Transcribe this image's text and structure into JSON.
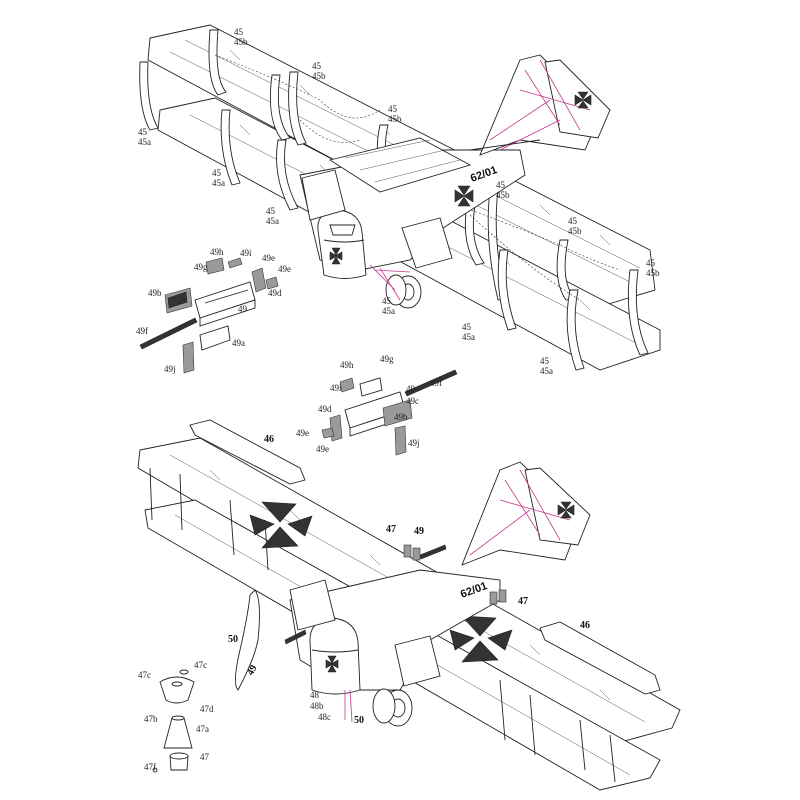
{
  "labels_top": {
    "l1a": "45",
    "l1b": "45b",
    "l2a": "45",
    "l2b": "45b",
    "l3a": "45",
    "l3b": "45b",
    "l4a": "45",
    "l4b": "45a",
    "l5a": "45",
    "l5b": "45a",
    "l6a": "45",
    "l6b": "45a",
    "l7a": "45",
    "l7b": "45b",
    "l8a": "45",
    "l8b": "45b",
    "l9a": "45",
    "l9b": "45b",
    "l10a": "45",
    "l10b": "45a",
    "l11a": "45",
    "l11b": "45a",
    "l12a": "45",
    "l12b": "45a"
  },
  "registration": "62/01",
  "gun_left": {
    "h": "49h",
    "g": "49g",
    "i": "49i",
    "e1": "49e",
    "e2": "49e",
    "d": "49d",
    "b": "49b",
    "main": "49",
    "f": "49f",
    "a": "49a",
    "j": "49j"
  },
  "gun_right": {
    "h": "49h",
    "g": "49g",
    "i": "49i",
    "main": "49",
    "f": "49f",
    "c": "49c",
    "d": "49d",
    "b": "49b",
    "e1": "49e",
    "e2": "49e",
    "j": "49j"
  },
  "bottom_labels": {
    "p46a": "46",
    "p46b": "46",
    "p47a": "47",
    "p49a": "49",
    "p47b": "47",
    "p50a": "50",
    "p49b": "49",
    "p48": "48",
    "p48b": "48b",
    "p48c": "48c",
    "p50b": "50"
  },
  "exploded": {
    "c47": "47c",
    "c47_2": "47c",
    "d47": "47d",
    "b47": "47b",
    "a47": "47a",
    "m47": "47",
    "f47": "47f"
  }
}
